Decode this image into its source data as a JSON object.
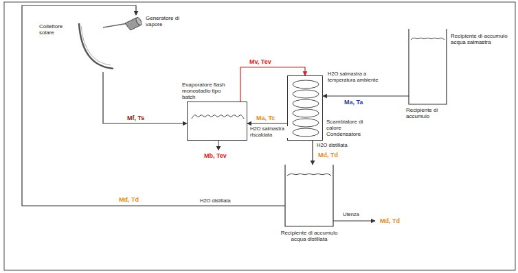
{
  "diagram": {
    "nodes": [
      {
        "text": [
          "Collettore solare"
        ]
      },
      {
        "text": [
          "Generatore di vapore"
        ]
      },
      {
        "text": [
          "Evaporatore flash monostadio tipo batch"
        ]
      },
      {
        "text": [
          "Scambiatore di calore Condensatore"
        ]
      },
      {
        "text": [
          "Recipiente di accumulo acqua salmastra",
          "Recipiente di accumulo"
        ]
      },
      {
        "text": [
          "Recipiente di accumulo acqua distillata"
        ]
      }
    ],
    "edges": [
      {
        "from": 5,
        "to": 1,
        "label": "Md, Td",
        "arrow": "to"
      },
      {
        "from": 0,
        "to": 2,
        "label": "Mf, Ts",
        "arrow": "to"
      },
      {
        "from": 2,
        "to": 3,
        "label": "Mv, Tev",
        "arrow": "to"
      },
      {
        "from": 3,
        "to": 2,
        "label": "Ma, Tc",
        "arrow": "to"
      },
      {
        "from": 4,
        "to": 3,
        "label": "Ma, Ta",
        "arrow": "to"
      },
      {
        "from": 3,
        "to": 5,
        "arrow": "to"
      }
    ],
    "labels": [
      "Mb, Tev",
      "H2O salmastra riscaldata",
      "H2O salmastra a temperatura ambiente",
      "H2O distillata",
      "Md, Td",
      "Utenza",
      "Md, Td",
      "H2O distillata"
    ]
  }
}
